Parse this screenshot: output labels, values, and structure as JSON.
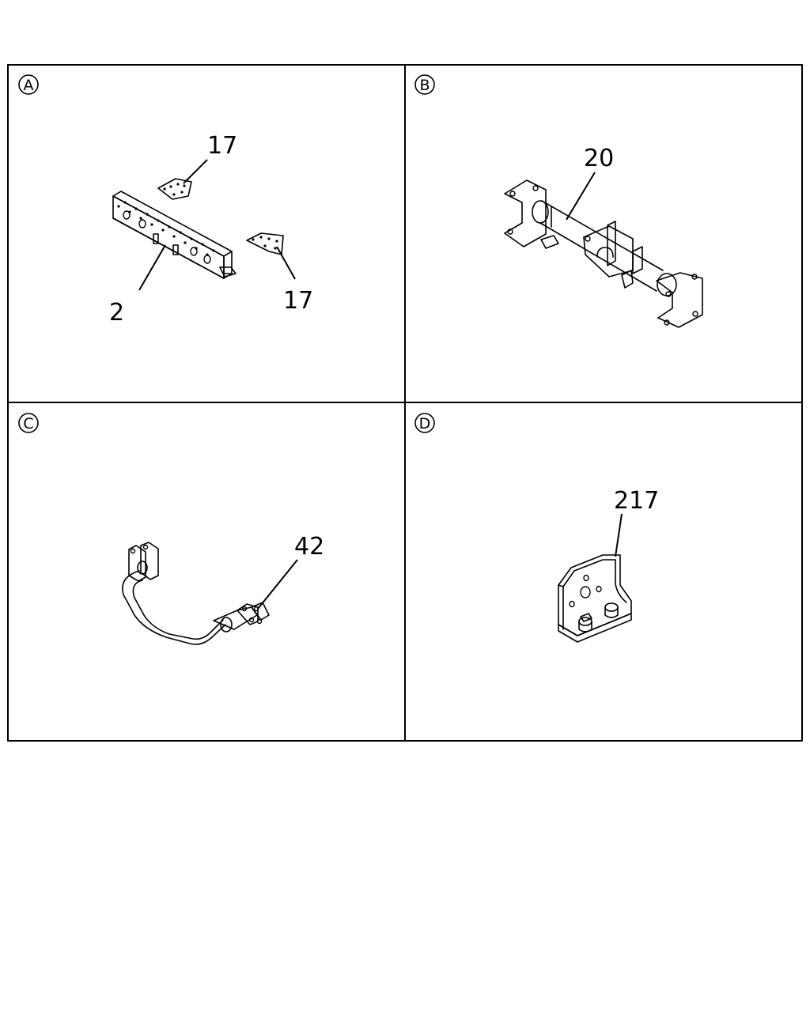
{
  "colors": {
    "line": "#000000",
    "background": "#ffffff"
  },
  "cells": [
    {
      "id": "A",
      "label": "A",
      "callouts": [
        "17",
        "2",
        "17"
      ]
    },
    {
      "id": "B",
      "label": "B",
      "callouts": [
        "20"
      ]
    },
    {
      "id": "C",
      "label": "C",
      "callouts": [
        "42"
      ]
    },
    {
      "id": "D",
      "label": "D",
      "callouts": [
        "217"
      ]
    }
  ]
}
